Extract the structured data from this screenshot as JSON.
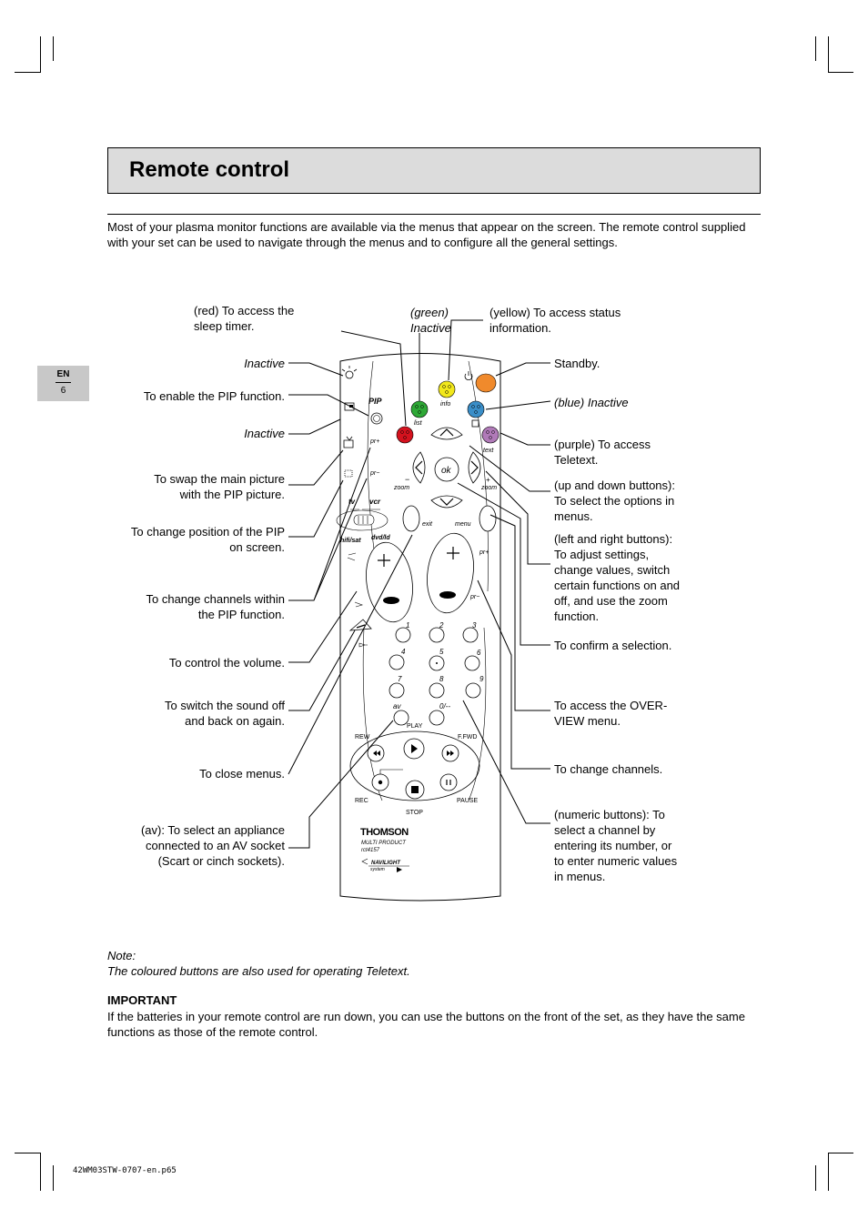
{
  "title": "Remote control",
  "intro": "Most of your plasma monitor functions are available via the menus that appear on the screen.  The remote control supplied with your set can be used to navigate through the menus and to configure all the general settings.",
  "side_tab": {
    "lang": "EN",
    "page": "6"
  },
  "labels_left": {
    "red": [
      "(red) To access the",
      "sleep timer."
    ],
    "inactive1": "Inactive",
    "pip_enable": "To enable the PIP function.",
    "inactive2": "Inactive",
    "swap": [
      "To swap the main picture",
      "with the PIP picture."
    ],
    "position": [
      "To change position of the PIP",
      "on screen."
    ],
    "pip_channels": [
      "To change channels within",
      "the PIP function."
    ],
    "volume": "To control the volume.",
    "mute": [
      "To switch the sound off",
      "and back on again."
    ],
    "close": "To close menus.",
    "av": [
      "(av): To select an appliance",
      "connected to an AV socket",
      "(Scart or cinch sockets)."
    ]
  },
  "labels_top": {
    "green": [
      "(green)",
      "Inactive"
    ],
    "yellow": [
      "(yellow) To access status",
      "information."
    ]
  },
  "labels_right": {
    "standby": "Standby.",
    "blue": "(blue) Inactive",
    "purple": [
      "(purple) To access",
      "Teletext."
    ],
    "updown": [
      "(up and down buttons):",
      "To select the options in",
      "menus."
    ],
    "leftright": [
      "(left and right buttons):",
      "To adjust settings,",
      "change values, switch",
      "certain functions on and",
      "off, and use the zoom",
      "function."
    ],
    "confirm": "To confirm a selection.",
    "overview": [
      "To access the OVER-",
      "VIEW menu."
    ],
    "channels": "To change channels.",
    "numeric": [
      "(numeric buttons): To",
      "select a channel by",
      "entering its number, or",
      "to enter numeric values",
      "in menus."
    ]
  },
  "remote": {
    "pip": "PIP",
    "list": "list",
    "info": "info",
    "text": "text",
    "pr_plus": "pr+",
    "pr_minus": "pr−",
    "zoom": "zoom",
    "ok": "ok",
    "exit": "exit",
    "menu": "menu",
    "tv": "tv",
    "vcr": "vcr",
    "hifi_sat": "hifi/sat",
    "dvd_ld": "dvd/ld",
    "av": "av",
    "zero": "0/--",
    "digits": [
      "1",
      "2",
      "3",
      "4",
      "5",
      "6",
      "7",
      "8",
      "9"
    ],
    "play": "PLAY",
    "rew": "REW",
    "ffwd": "F.FWD",
    "rec": "REC",
    "stop": "STOP",
    "pause": "PAUSE",
    "brand": "THOMSON",
    "model1": "MULTI PRODUCT",
    "model2": "rct4157",
    "navi": "NAVILIGHT",
    "system": "system"
  },
  "colors": {
    "red": "#d4121e",
    "green": "#2ea836",
    "yellow": "#f2e81c",
    "orange": "#f08a2c",
    "blue": "#3a8ec8",
    "purple": "#b07ab8",
    "title_bg": "#dcdcdc"
  },
  "note": {
    "label": "Note:",
    "text": "The coloured buttons are also used for operating Teletext."
  },
  "important": {
    "heading": "IMPORTANT",
    "text": "If the batteries in your remote control are run down, you can use the buttons on the front of the set, as they have the same functions as those of the remote control."
  },
  "footer": "42WM03STW-0707-en.p65"
}
